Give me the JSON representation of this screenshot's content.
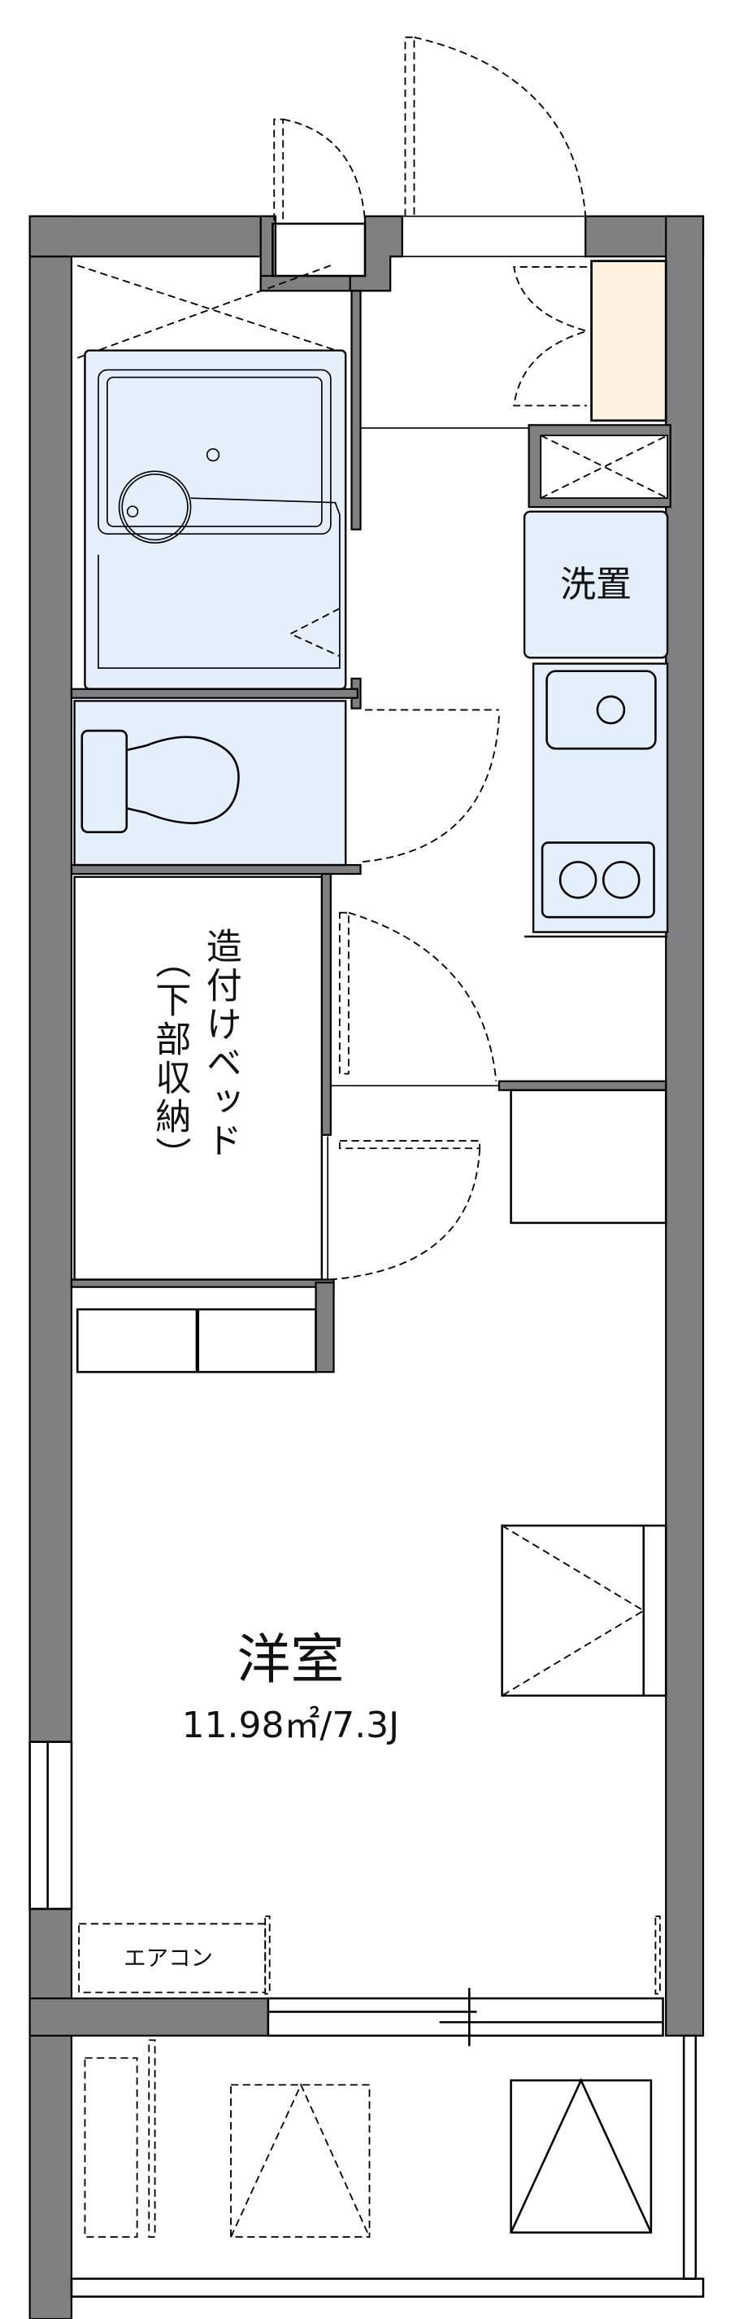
{
  "floor_plan": {
    "rooms": {
      "western_room": {
        "name": "洋室",
        "area": "11.98㎡/7.3J"
      },
      "washer_space": {
        "label": "洗置"
      },
      "built_in_bed": {
        "label_main": "造付けベッド",
        "label_sub": "（下部収納）"
      },
      "aircon": {
        "label": "エアコン"
      }
    },
    "colors": {
      "wall": "#808083",
      "fixture_fill": "#e4effc",
      "shoe_cabinet": "#fff3e0"
    }
  }
}
